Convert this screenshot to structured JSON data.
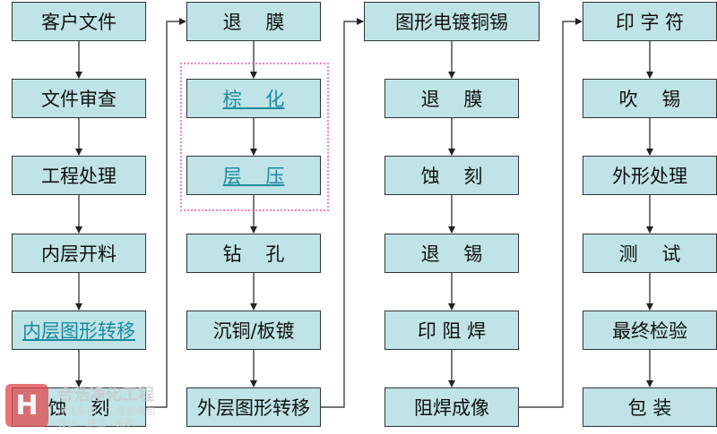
{
  "columns": [
    {
      "steps": [
        {
          "label": "客户文件",
          "link": false
        },
        {
          "label": "文件审查",
          "link": false
        },
        {
          "label": "工程处理",
          "link": false
        },
        {
          "label": "内层开料",
          "link": false
        },
        {
          "label": "内层图形转移",
          "link": true
        },
        {
          "label": "蚀    刻",
          "link": false
        }
      ]
    },
    {
      "steps": [
        {
          "label": "退    膜",
          "link": false
        },
        {
          "label": "棕    化",
          "link": true
        },
        {
          "label": "层    压",
          "link": true
        },
        {
          "label": "钻    孔",
          "link": false
        },
        {
          "label": "沉铜/板镀",
          "link": false
        },
        {
          "label": "外层图形转移",
          "link": false
        }
      ]
    },
    {
      "steps": [
        {
          "label": "图形电镀铜锡",
          "link": false
        },
        {
          "label": "退    膜",
          "link": false
        },
        {
          "label": "蚀    刻",
          "link": false
        },
        {
          "label": "退    锡",
          "link": false
        },
        {
          "label": "印 阻 焊",
          "link": false
        },
        {
          "label": "阻焊成像",
          "link": false
        }
      ]
    },
    {
      "steps": [
        {
          "label": "印 字 符",
          "link": false
        },
        {
          "label": "吹    锡",
          "link": false
        },
        {
          "label": "外形处理",
          "link": false
        },
        {
          "label": "测    试",
          "link": false
        },
        {
          "label": "最终检验",
          "link": false
        },
        {
          "label": "包 装",
          "link": false
        }
      ]
    }
  ],
  "watermark": {
    "logo": "H",
    "title": "合浩净化工程",
    "subtitle": "净化车间 · 工程总承包",
    "subtitle2": "设计 · 施工 · 采购"
  },
  "colors": {
    "box_fill": "#bfe3e6",
    "box_border": "#333333",
    "link_text": "#1b8aa0",
    "dashed_border": "#f080c0",
    "arrow": "#222222"
  }
}
